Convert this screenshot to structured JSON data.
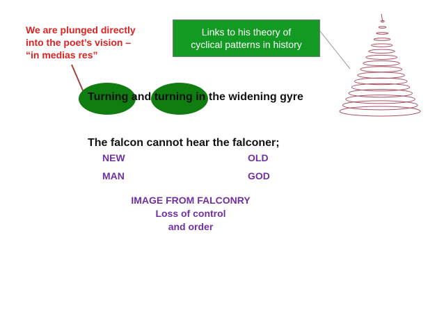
{
  "note": {
    "lines": [
      "We are plunged directly",
      "into the poet’s vision –",
      "“in medias res”"
    ]
  },
  "links_box": {
    "lines": [
      "Links to his theory of",
      "cyclical patterns in history"
    ]
  },
  "poem": {
    "line1": "Turning and turning in the widening gyre",
    "line2": "The falcon cannot hear the falconer;"
  },
  "pairs": {
    "new": "NEW",
    "old": "OLD",
    "man": "MAN",
    "god": "GOD"
  },
  "falconry": {
    "lines": [
      "IMAGE FROM FALCONRY",
      "Loss of control",
      "and order"
    ]
  },
  "colors": {
    "note_red": "#dd2222",
    "box_green": "#129a22",
    "oval_green": "#0f7d0f",
    "purple": "#7030a0",
    "spiral": "#a85060"
  },
  "icons": {
    "spiral": "gyre-spiral-icon"
  }
}
